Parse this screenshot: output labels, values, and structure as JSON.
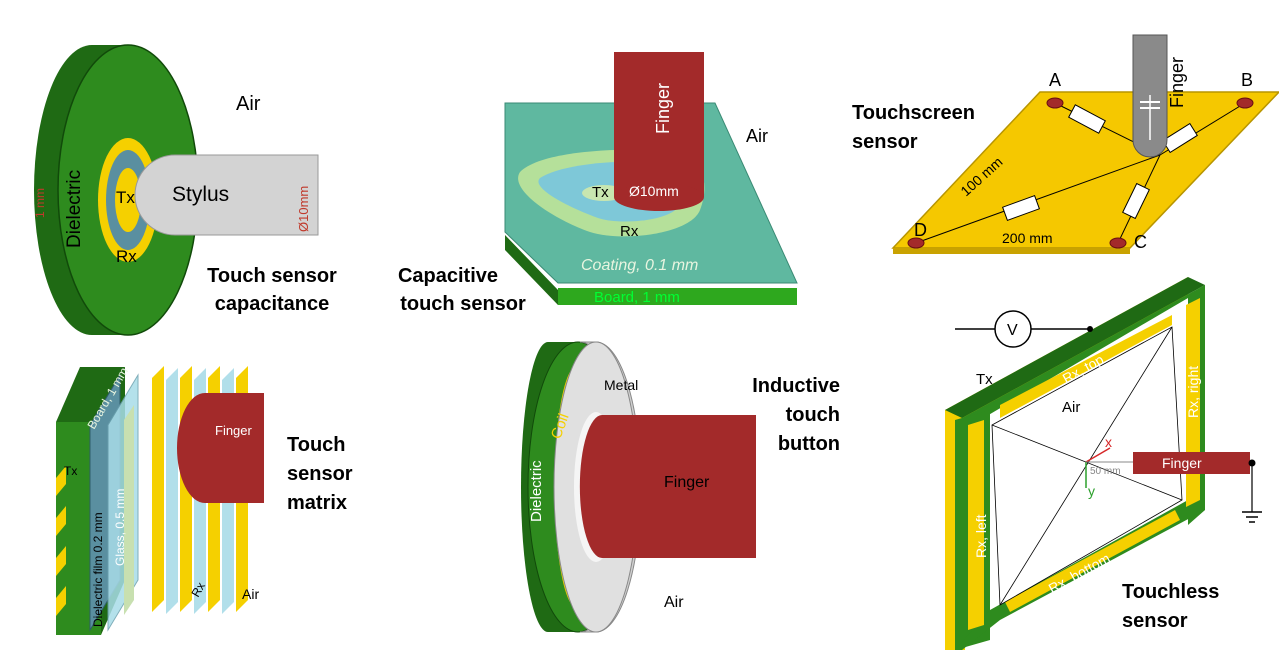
{
  "panels": {
    "capacitance": {
      "air": "Air",
      "dielectric": "Dielectric",
      "thickness": "1 mm",
      "tx": "Tx",
      "rx": "Rx",
      "stylus": "Stylus",
      "diameter": "Ø10mm",
      "caption_line1": "Touch sensor",
      "caption_line2": "capacitance"
    },
    "capacitive": {
      "finger": "Finger",
      "air": "Air",
      "tx": "Tx",
      "diameter": "Ø10mm",
      "rx": "Rx",
      "coating": "Coating, 0.1 mm",
      "board": "Board, 1 mm",
      "caption_line1": "Capacitive",
      "caption_line2": "touch sensor"
    },
    "touchscreen": {
      "caption_line1": "Touchscreen",
      "caption_line2": "sensor",
      "finger": "Finger",
      "corner_a": "A",
      "corner_b": "B",
      "corner_c": "C",
      "corner_d": "D",
      "dim_100": "100 mm",
      "dim_200": "200 mm"
    },
    "matrix": {
      "board": "Board, 1 mm",
      "tx": "Tx",
      "film": "Dielectric film 0.2 mm",
      "glass": "Glass, 0.5 mm",
      "finger": "Finger",
      "rx": "Rx",
      "air": "Air",
      "caption_line1": "Touch",
      "caption_line2": "sensor",
      "caption_line3": "matrix"
    },
    "inductive": {
      "dielectric": "Dielectric",
      "coil": "Coil",
      "metal": "Metal",
      "finger": "Finger",
      "air": "Air",
      "caption_line1": "Inductive",
      "caption_line2": "touch",
      "caption_line3": "button"
    },
    "touchless": {
      "voltmeter": "V",
      "tx": "Tx",
      "rx_top": "Rx, top",
      "rx_right": "Rx, right",
      "rx_left": "Rx, left",
      "rx_bottom": "Rx, bottom",
      "air": "Air",
      "x_axis": "x",
      "y_axis": "y",
      "distance": "50 mm",
      "finger": "Finger",
      "caption_line1": "Touchless",
      "caption_line2": "sensor"
    }
  },
  "colors": {
    "green": "#2e8b1e",
    "dark_green": "#1f6a14",
    "yellow": "#f5d000",
    "finger": "#a32a2a",
    "teal": "#5fb8a0",
    "light_blue": "#7ec8d8",
    "gray": "#d0d0d0"
  }
}
